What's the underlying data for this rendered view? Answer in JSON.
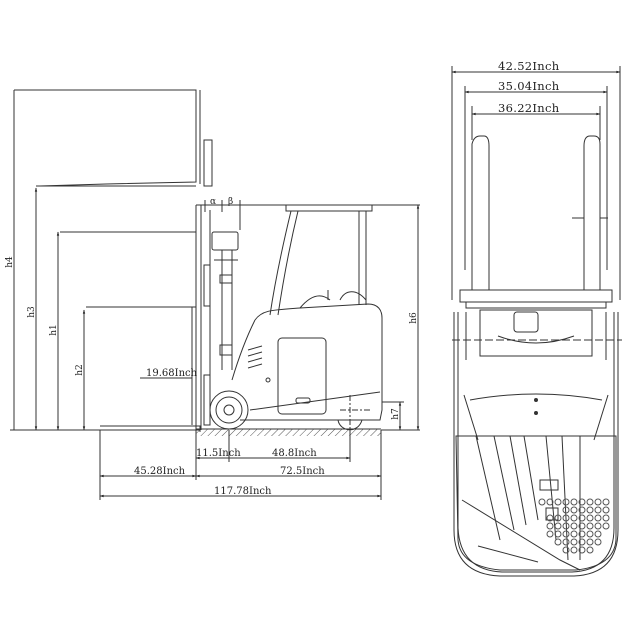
{
  "diagram": {
    "title": "Forklift dimension drawing",
    "views": [
      "side-view",
      "top-view"
    ],
    "colors": {
      "line": "#333333",
      "ground_hatch": "#555555",
      "background": "#ffffff"
    }
  },
  "side_view": {
    "height_labels": {
      "h4": "h4",
      "h3": "h3",
      "h1": "h1",
      "h2": "h2",
      "h6": "h6",
      "h7": "h7"
    },
    "angle_labels": {
      "alpha": "α",
      "beta": "β"
    },
    "dimensions": {
      "load_center": "19.68Inch",
      "front_overhang": "11.5Inch",
      "wheelbase": "48.8Inch",
      "fork_length": "45.28Inch",
      "length_to_fork_face": "72.5Inch",
      "overall_length": "117.78Inch"
    }
  },
  "top_view": {
    "dimensions": {
      "overall_width": "42.52Inch",
      "fork_carriage_width": "35.04Inch",
      "fork_spread": "36.22Inch"
    }
  }
}
